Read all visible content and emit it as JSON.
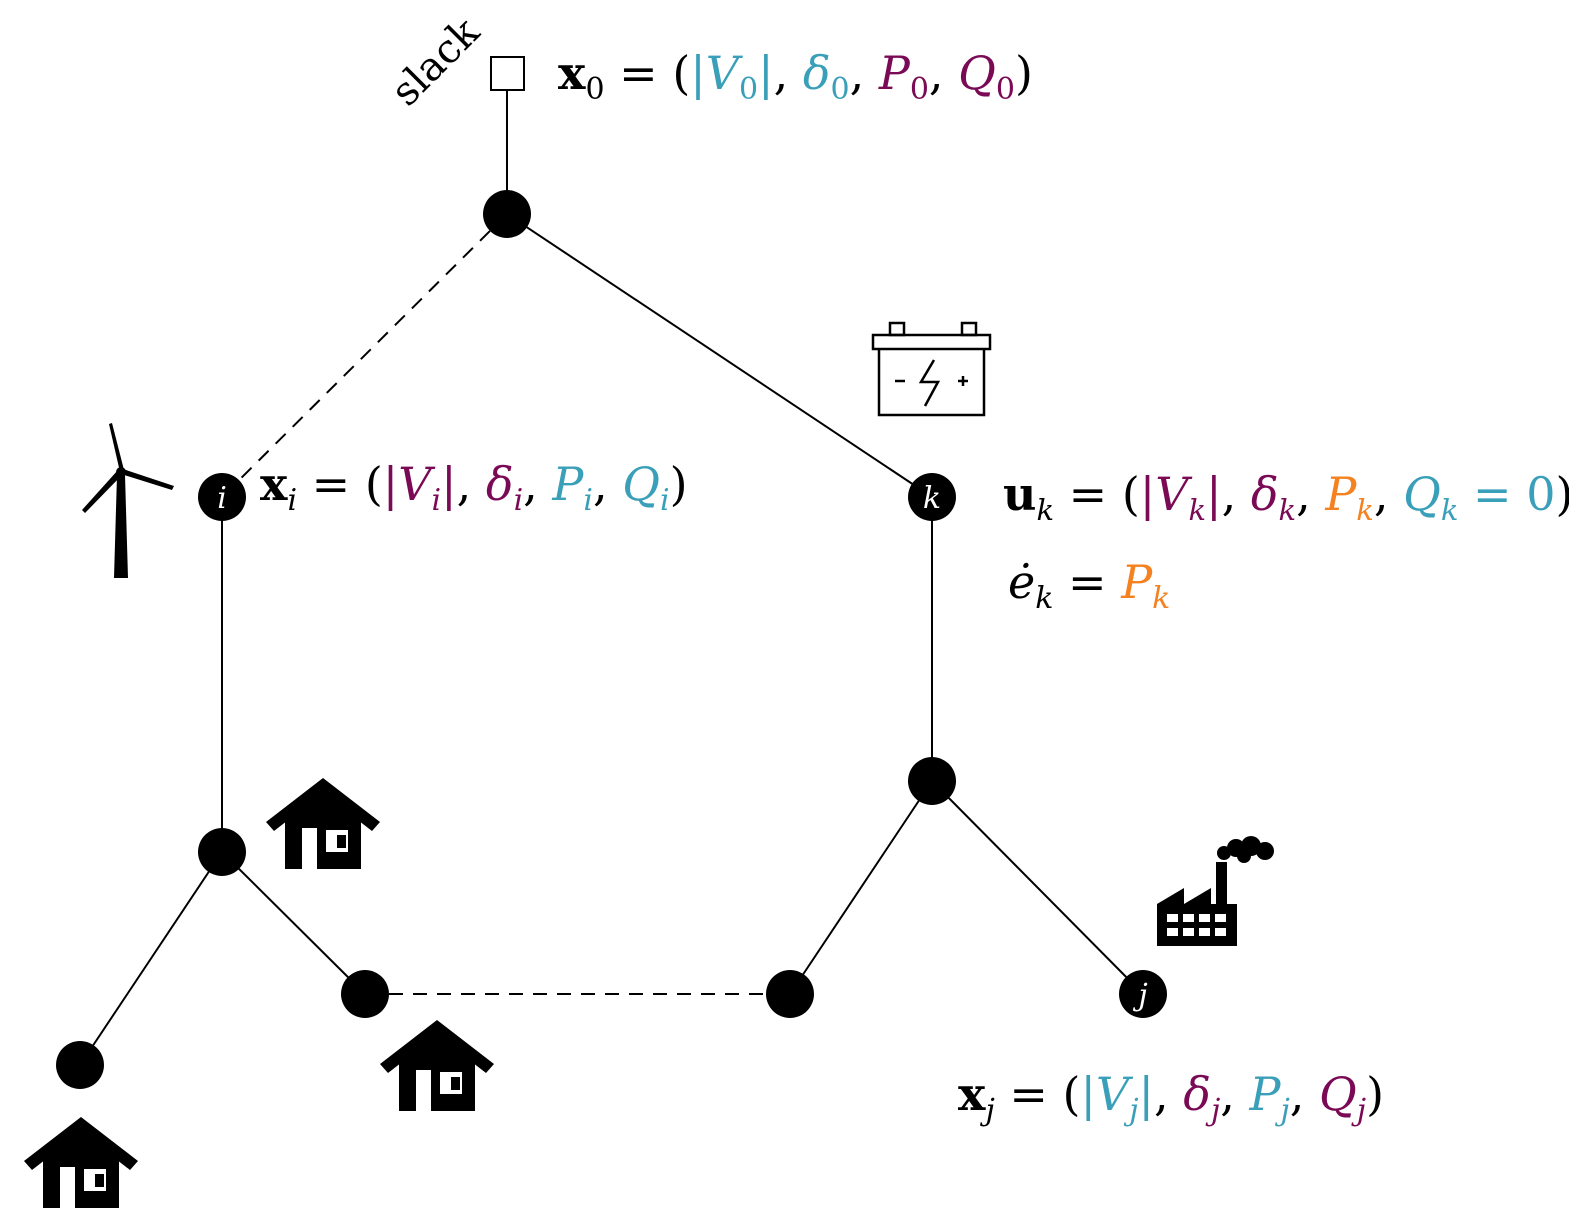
{
  "colors": {
    "teal": "#3a9fb8",
    "maroon": "#7a0a55",
    "orange": "#f58220",
    "black": "#000000"
  },
  "slack_label": "slack",
  "node_labels": {
    "i": "i",
    "k": "k",
    "j": "j"
  },
  "icons": [
    "wind-turbine-icon",
    "battery-icon",
    "house-icon",
    "factory-icon"
  ],
  "edges": [
    {
      "from": "bus-1",
      "to": "bus-i",
      "style": "dashed"
    },
    {
      "from": "bus-5",
      "to": "bus-6",
      "style": "dashed"
    }
  ],
  "equations": {
    "x0": {
      "lhs_sym": "x",
      "lhs_sub": "0",
      "eq": " = (",
      "t1": "|V",
      "t1_sub": "0",
      "t1_end": "|",
      "c1": ", ",
      "t2": "δ",
      "t2_sub": "0",
      "c2": ", ",
      "t3": "P",
      "t3_sub": "0",
      "c3": ", ",
      "t4": "Q",
      "t4_sub": "0",
      "close": ")"
    },
    "xi": {
      "lhs_sym": "x",
      "lhs_sub": "i",
      "eq": " = (",
      "t1": "|V",
      "t1_sub": "i",
      "t1_end": "|",
      "c1": ", ",
      "t2": "δ",
      "t2_sub": "i",
      "c2": ", ",
      "t3": "P",
      "t3_sub": "i",
      "c3": ", ",
      "t4": "Q",
      "t4_sub": "i",
      "close": ")"
    },
    "uk": {
      "lhs_sym": "u",
      "lhs_sub": "k",
      "eq": " = (",
      "t1": "|V",
      "t1_sub": "k",
      "t1_end": "|",
      "c1": ", ",
      "t2": "δ",
      "t2_sub": "k",
      "c2": ", ",
      "t3": "P",
      "t3_sub": "k",
      "c3": ", ",
      "t4": "Q",
      "t4_sub": "k",
      "t4_extra": " = 0",
      "close": ")"
    },
    "ek": {
      "lhs_sym": "ė",
      "lhs_sub": "k",
      "eq": " = ",
      "t1": "P",
      "t1_sub": "k"
    },
    "xj": {
      "lhs_sym": "x",
      "lhs_sub": "j",
      "eq": " = (",
      "t1": "|V",
      "t1_sub": "j",
      "t1_end": "|",
      "c1": ", ",
      "t2": "δ",
      "t2_sub": "j",
      "c2": ", ",
      "t3": "P",
      "t3_sub": "j",
      "c3": ", ",
      "t4": "Q",
      "t4_sub": "j",
      "close": ")"
    }
  }
}
